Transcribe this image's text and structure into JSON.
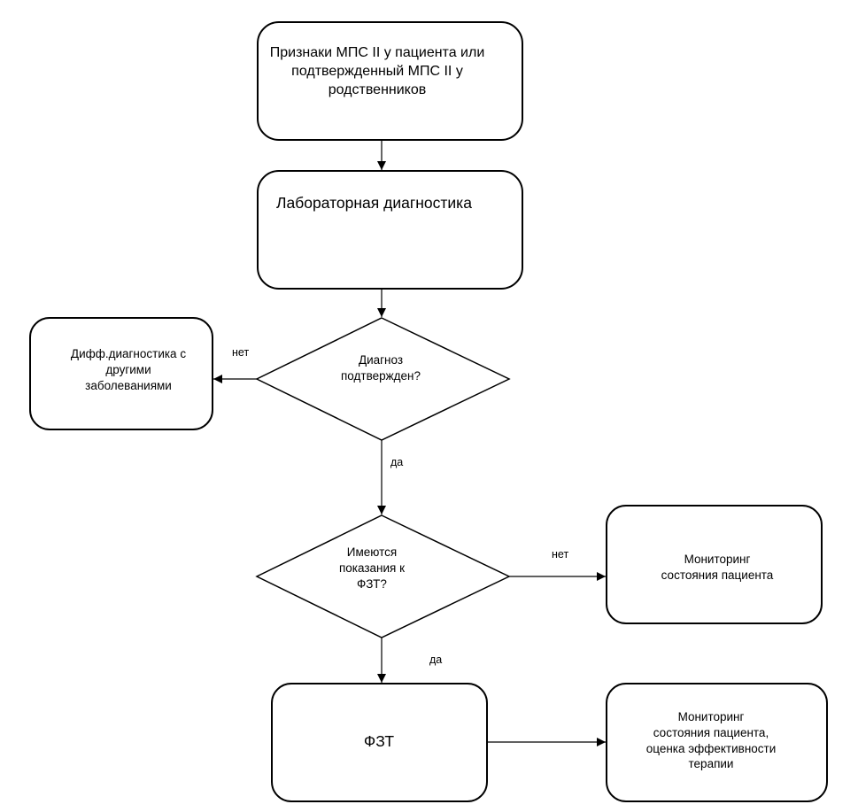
{
  "nodes": {
    "signs": {
      "lines": [
        "Признаки МПС II  у пациента или",
        "подтвержденный МПС II у",
        "родственников"
      ]
    },
    "lab": {
      "lines": [
        "Лабораторная диагностика"
      ]
    },
    "confirmed": {
      "lines": [
        "Диагноз",
        "подтвержден?"
      ]
    },
    "diff": {
      "lines": [
        "Дифф.диагностика с",
        "другими",
        "заболеваниями"
      ]
    },
    "indications": {
      "lines": [
        "Имеются",
        "показания к",
        "ФЗТ?"
      ]
    },
    "monitor1": {
      "lines": [
        "Мониторинг",
        "состояния пациента"
      ]
    },
    "fzt": {
      "lines": [
        "ФЗТ"
      ]
    },
    "monitor2": {
      "lines": [
        "Мониторинг",
        "состояния пациента,",
        "оценка эффективности",
        "терапии"
      ]
    }
  },
  "edges": {
    "confirmed_no": "нет",
    "confirmed_yes": "да",
    "indications_no": "нет",
    "indications_yes": "да"
  },
  "colors": {
    "stroke": "#000000",
    "fill": "#ffffff"
  }
}
